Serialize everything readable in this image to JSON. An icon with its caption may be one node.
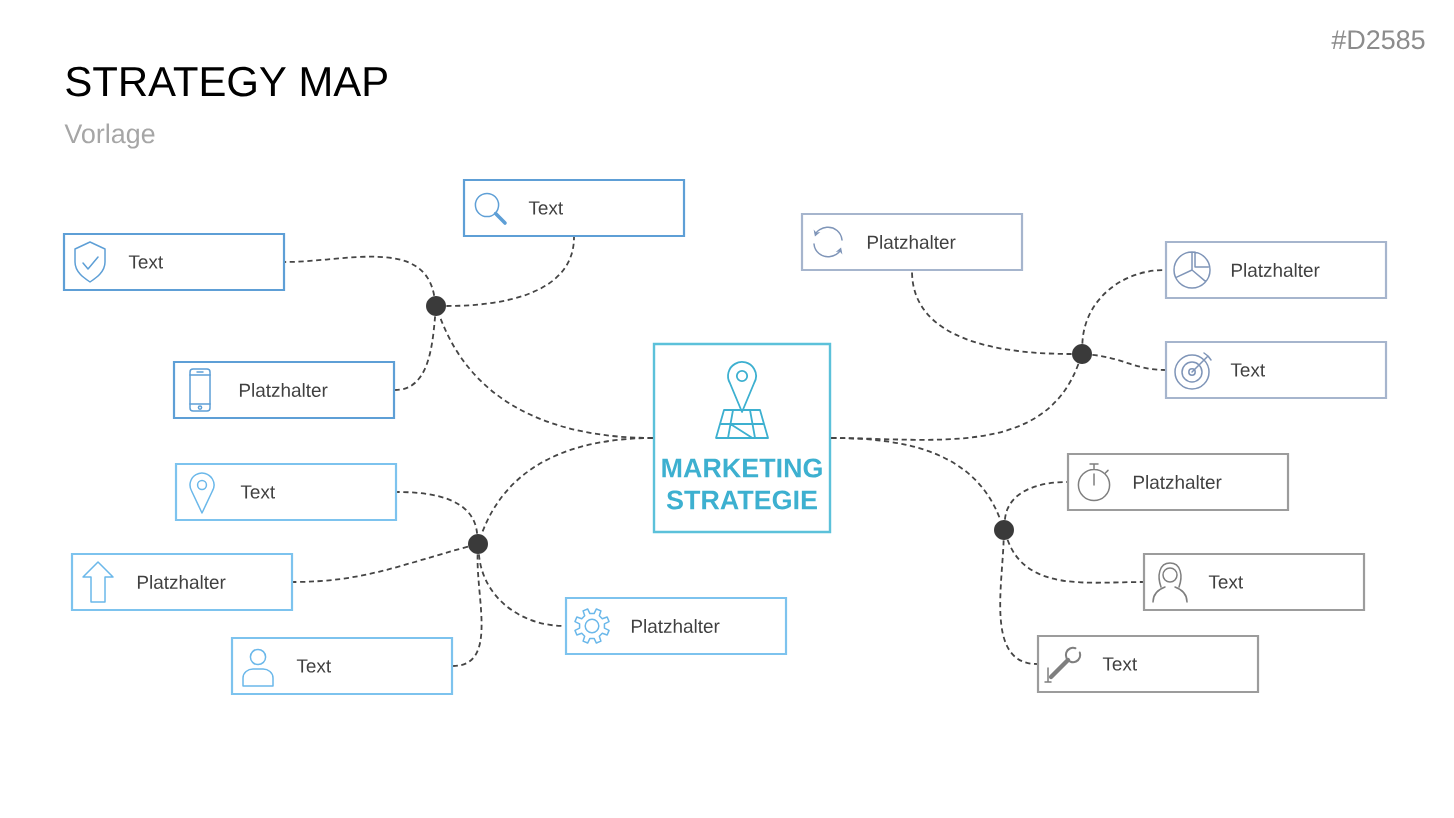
{
  "diagram": {
    "title": "STRATEGY MAP",
    "nodes": [
      {
        "text": [
          "MARKETING STRATEGIE"
        ]
      },
      {
        "text": [],
        "shape": "circle"
      },
      {
        "text": [
          "Text"
        ]
      },
      {
        "text": [
          "Text"
        ]
      },
      {
        "text": [
          "Platzhalter"
        ]
      },
      {
        "text": [],
        "shape": "circle"
      },
      {
        "text": [
          "Platzhalter"
        ]
      },
      {
        "text": [
          "Platzhalter"
        ]
      },
      {
        "text": [
          "Text"
        ]
      },
      {
        "text": [],
        "shape": "circle"
      },
      {
        "text": [
          "Text"
        ]
      },
      {
        "text": [
          "Platzhalter"
        ]
      },
      {
        "text": [
          "Text"
        ]
      },
      {
        "text": [
          "Platzhalter"
        ]
      },
      {
        "text": [],
        "shape": "circle"
      },
      {
        "text": [
          "Platzhalter"
        ]
      },
      {
        "text": [
          "Text"
        ]
      },
      {
        "text": [
          "Text"
        ]
      }
    ],
    "edges": [
      {
        "from": 0,
        "to": 1,
        "arrow": "none",
        "style": "dashed"
      },
      {
        "from": 1,
        "to": 2,
        "arrow": "none",
        "style": "dashed"
      },
      {
        "from": 1,
        "to": 3,
        "arrow": "none",
        "style": "dashed"
      },
      {
        "from": 1,
        "to": 4,
        "arrow": "none",
        "style": "dashed"
      },
      {
        "from": 0,
        "to": 5,
        "arrow": "none",
        "style": "dashed"
      },
      {
        "from": 5,
        "to": 6,
        "arrow": "none",
        "style": "dashed"
      },
      {
        "from": 5,
        "to": 7,
        "arrow": "none",
        "style": "dashed"
      },
      {
        "from": 5,
        "to": 8,
        "arrow": "none",
        "style": "dashed"
      },
      {
        "from": 0,
        "to": 9,
        "arrow": "none",
        "style": "dashed"
      },
      {
        "from": 9,
        "to": 10,
        "arrow": "none",
        "style": "dashed"
      },
      {
        "from": 9,
        "to": 11,
        "arrow": "none",
        "style": "dashed"
      },
      {
        "from": 9,
        "to": 12,
        "arrow": "none",
        "style": "dashed"
      },
      {
        "from": 9,
        "to": 13,
        "arrow": "none",
        "style": "dashed"
      },
      {
        "from": 0,
        "to": 14,
        "arrow": "none",
        "style": "dashed"
      },
      {
        "from": 14,
        "to": 15,
        "arrow": "none",
        "style": "dashed"
      },
      {
        "from": 14,
        "to": 16,
        "arrow": "none",
        "style": "dashed"
      },
      {
        "from": 14,
        "to": 17,
        "arrow": "none",
        "style": "dashed"
      }
    ],
    "labels": [
      "Vorlage",
      "#D2585"
    ]
  }
}
